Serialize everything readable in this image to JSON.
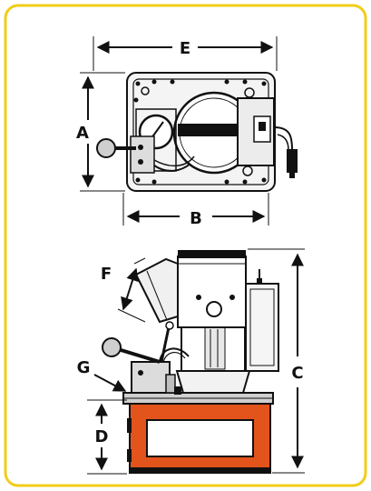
{
  "labels": {
    "e": "E",
    "a": "A",
    "b": "B",
    "f": "F",
    "g": "G",
    "c": "C",
    "d": "D"
  },
  "colors": {
    "frame_border": "#f2cc1a",
    "body_orange": "#e3531c",
    "ink": "#111111",
    "metal": "#d9d9d9",
    "shadow": "#7a7a7a"
  },
  "icons": {
    "top_view": "pump-top-view-drawing",
    "side_view": "pump-side-view-drawing"
  }
}
